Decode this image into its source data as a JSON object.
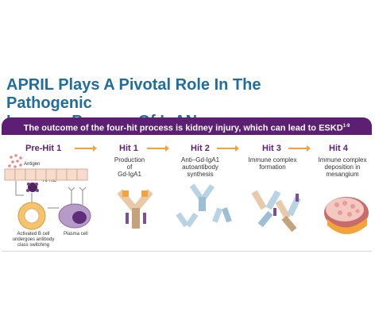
{
  "title_line1": "APRIL Plays A Pivotal Role In The Pathogenic",
  "title_line2": "Immune Process Of IgAN",
  "banner_text": "The outcome of the four-hit process is kidney injury, which can lead to ESKD",
  "banner_sup": "1-9",
  "hits": [
    {
      "label": "Pre-Hit 1"
    },
    {
      "label": "Hit 1",
      "desc1": "Production",
      "desc2": "of",
      "desc3": "Gd-IgA1"
    },
    {
      "label": "Hit 2",
      "desc1": "Anti–Gd-IgA1",
      "desc2": "autoantibody",
      "desc3": "synthesis"
    },
    {
      "label": "Hit 3",
      "desc1": "Immune complex",
      "desc2": "formation"
    },
    {
      "label": "Hit 4",
      "desc1": "Immune complex",
      "desc2": "deposition in",
      "desc3": "mesangium"
    }
  ],
  "labels": {
    "antigen": "Antigen",
    "april": "APRIL",
    "plasma_cell": "Plasma cell",
    "bcell_line1": "Activated B cell",
    "bcell_line2": "undergoes antibody",
    "bcell_line3": "class switching"
  },
  "colors": {
    "title": "#1f6e9f",
    "banner": "#5c1f74",
    "arrow": "#f2a33a",
    "hit_label": "#5c1f74"
  }
}
